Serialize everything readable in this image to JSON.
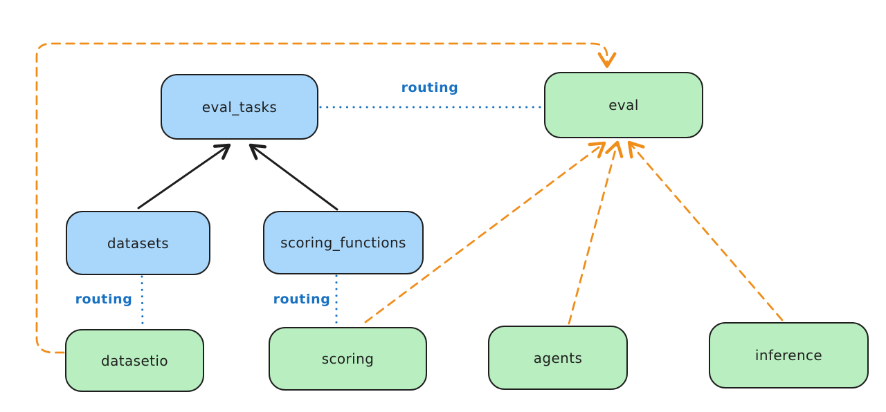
{
  "diagram": {
    "palette": {
      "background": "#ffffff",
      "node_stroke": "#1e1e1e",
      "api_fill": "#a9d7fb",
      "provider_fill": "#b9efc0",
      "routing_blue": "#1971c2",
      "orange": "#ef8e1b",
      "black": "#1e1e1e"
    },
    "nodes": [
      {
        "id": "eval_tasks",
        "label": "eval_tasks",
        "kind": "api"
      },
      {
        "id": "eval",
        "label": "eval",
        "kind": "provider"
      },
      {
        "id": "datasets",
        "label": "datasets",
        "kind": "api"
      },
      {
        "id": "scoring_functions",
        "label": "scoring_functions",
        "kind": "api"
      },
      {
        "id": "datasetio",
        "label": "datasetio",
        "kind": "provider"
      },
      {
        "id": "scoring",
        "label": "scoring",
        "kind": "provider"
      },
      {
        "id": "agents",
        "label": "agents",
        "kind": "provider"
      },
      {
        "id": "inference",
        "label": "inference",
        "kind": "provider"
      }
    ],
    "edges": [
      {
        "from": "datasets",
        "to": "eval_tasks",
        "style": "solid-arrow",
        "color": "#1e1e1e",
        "label": ""
      },
      {
        "from": "scoring_functions",
        "to": "eval_tasks",
        "style": "solid-arrow",
        "color": "#1e1e1e",
        "label": ""
      },
      {
        "from": "eval_tasks",
        "to": "eval",
        "style": "dotted",
        "color": "#1971c2",
        "label": "routing"
      },
      {
        "from": "datasets",
        "to": "datasetio",
        "style": "dotted",
        "color": "#1971c2",
        "label": "routing"
      },
      {
        "from": "scoring_functions",
        "to": "scoring",
        "style": "dotted",
        "color": "#1971c2",
        "label": "routing"
      },
      {
        "from": "datasetio",
        "to": "eval",
        "style": "dashed-arrow",
        "color": "#ef8e1b",
        "label": ""
      },
      {
        "from": "scoring",
        "to": "eval",
        "style": "dashed-arrow",
        "color": "#ef8e1b",
        "label": ""
      },
      {
        "from": "agents",
        "to": "eval",
        "style": "dashed-arrow",
        "color": "#ef8e1b",
        "label": ""
      },
      {
        "from": "inference",
        "to": "eval",
        "style": "dashed-arrow",
        "color": "#ef8e1b",
        "label": ""
      }
    ]
  }
}
